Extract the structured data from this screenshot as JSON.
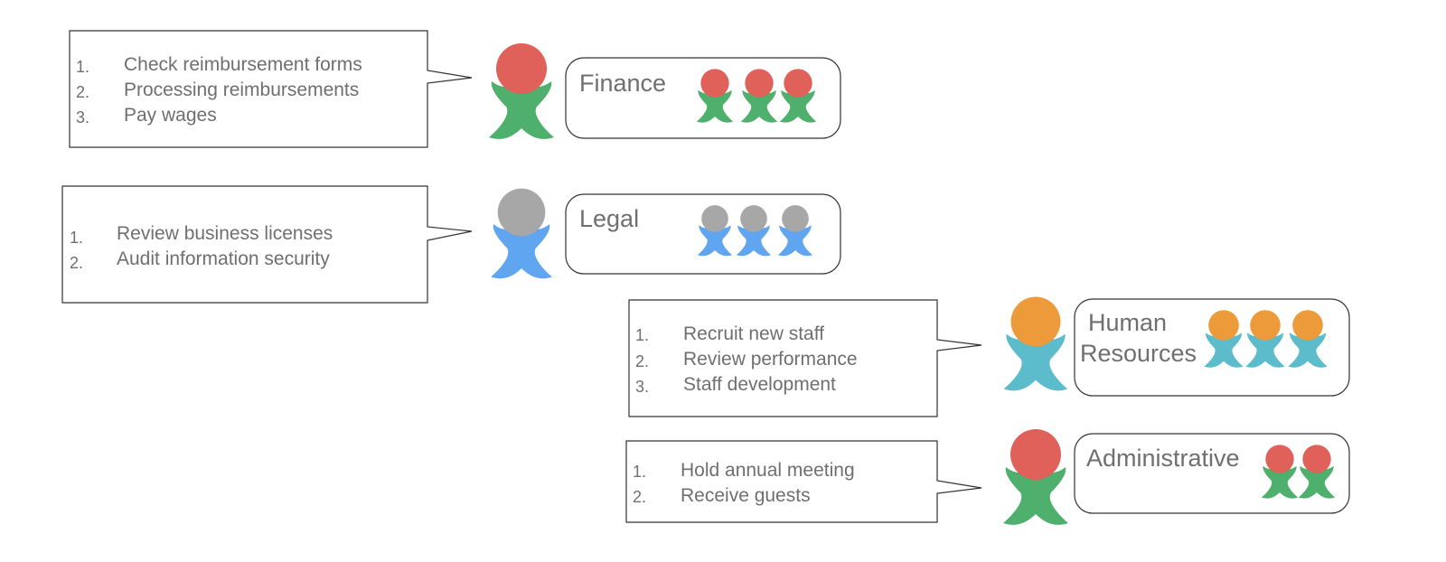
{
  "departments": [
    {
      "id": "finance",
      "name_lines": [
        "Finance"
      ],
      "head_color": "#e0605a",
      "body_color": "#4faf6c",
      "member_count": 3,
      "tasks": [
        {
          "num": "1.",
          "text": "Check reimbursement forms"
        },
        {
          "num": "2.",
          "text": "Processing reimbursements"
        },
        {
          "num": "3.",
          "text": "Pay wages"
        }
      ]
    },
    {
      "id": "legal",
      "name_lines": [
        "Legal"
      ],
      "head_color": "#a7a7a7",
      "body_color": "#5fa5f0",
      "member_count": 3,
      "tasks": [
        {
          "num": "1.",
          "text": "Review business licenses"
        },
        {
          "num": "2.",
          "text": "Audit information security"
        }
      ]
    },
    {
      "id": "human-resources",
      "name_lines": [
        "Human",
        "Resources"
      ],
      "head_color": "#ec9a3a",
      "body_color": "#5cbccc",
      "member_count": 3,
      "tasks": [
        {
          "num": "1.",
          "text": "Recruit new staff"
        },
        {
          "num": "2.",
          "text": "Review performance"
        },
        {
          "num": "3.",
          "text": "Staff development"
        }
      ]
    },
    {
      "id": "administrative",
      "name_lines": [
        "Administrative"
      ],
      "head_color": "#e0605a",
      "body_color": "#4faf6c",
      "member_count": 2,
      "tasks": [
        {
          "num": "1.",
          "text": "Hold annual meeting"
        },
        {
          "num": "2.",
          "text": "Receive guests"
        }
      ]
    }
  ]
}
